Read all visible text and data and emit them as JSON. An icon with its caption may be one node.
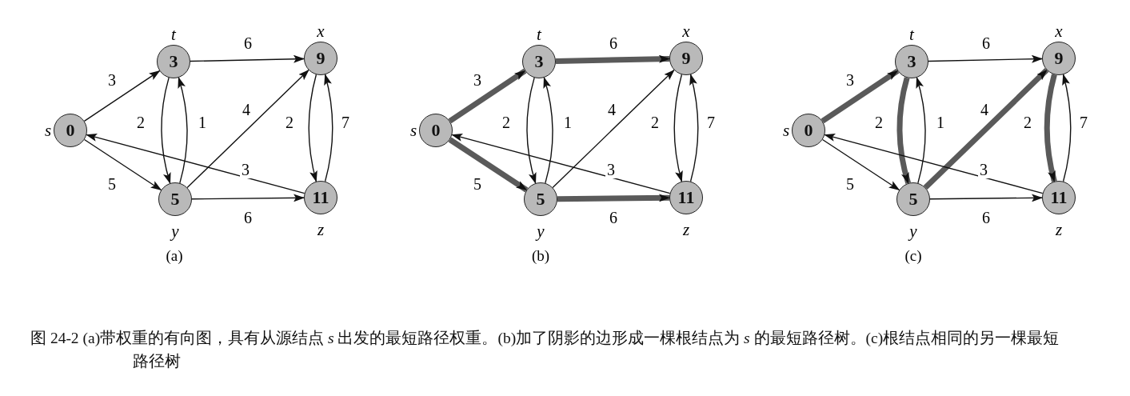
{
  "diagram": {
    "caption": "图 24-2 (a)带权重的有向图，具有从源结点 *s* 出发的最短路径权重。(b)加了阴影的边形成一棵根结点为 *s* 的最短路径树。(c)根结点相同的另一棵最短路径树",
    "nodes": [
      {
        "text": [
          "0"
        ],
        "beside": [
          "s"
        ]
      },
      {
        "text": [
          "3"
        ],
        "beside": [
          "t"
        ]
      },
      {
        "text": [
          "5"
        ],
        "beside": [
          "y"
        ]
      },
      {
        "text": [
          "9"
        ],
        "beside": [
          "x"
        ]
      },
      {
        "text": [
          "11"
        ],
        "beside": [
          "z"
        ]
      },
      {
        "text": [
          "0"
        ],
        "beside": [
          "s"
        ]
      },
      {
        "text": [
          "3"
        ],
        "beside": [
          "t"
        ]
      },
      {
        "text": [
          "5"
        ],
        "beside": [
          "y"
        ]
      },
      {
        "text": [
          "9"
        ],
        "beside": [
          "x"
        ]
      },
      {
        "text": [
          "11"
        ],
        "beside": [
          "z"
        ]
      },
      {
        "text": [
          "0"
        ],
        "beside": [
          "s"
        ]
      },
      {
        "text": [
          "3"
        ],
        "beside": [
          "t"
        ]
      },
      {
        "text": [
          "5"
        ],
        "beside": [
          "y"
        ]
      },
      {
        "text": [
          "9"
        ],
        "beside": [
          "x"
        ]
      },
      {
        "text": [
          "11"
        ],
        "beside": [
          "z"
        ]
      }
    ],
    "edges": [
      {
        "from": 0,
        "to": 1,
        "arrow": "to",
        "label": "3"
      },
      {
        "from": 0,
        "to": 2,
        "arrow": "to",
        "label": "5"
      },
      {
        "from": 1,
        "to": 3,
        "arrow": "to",
        "label": "6"
      },
      {
        "from": 1,
        "to": 2,
        "arrow": "to",
        "label": "2"
      },
      {
        "from": 2,
        "to": 1,
        "arrow": "to",
        "label": "1"
      },
      {
        "from": 2,
        "to": 3,
        "arrow": "to",
        "label": "4"
      },
      {
        "from": 2,
        "to": 4,
        "arrow": "to",
        "label": "6"
      },
      {
        "from": 3,
        "to": 4,
        "arrow": "to",
        "label": "2"
      },
      {
        "from": 4,
        "to": 3,
        "arrow": "to",
        "label": "7"
      },
      {
        "from": 4,
        "to": 0,
        "arrow": "to",
        "label": "3"
      },
      {
        "from": 5,
        "to": 6,
        "arrow": "to",
        "label": "3",
        "style": "thick"
      },
      {
        "from": 5,
        "to": 7,
        "arrow": "to",
        "label": "5",
        "style": "thick"
      },
      {
        "from": 6,
        "to": 8,
        "arrow": "to",
        "label": "6",
        "style": "thick"
      },
      {
        "from": 6,
        "to": 7,
        "arrow": "to",
        "label": "2"
      },
      {
        "from": 7,
        "to": 6,
        "arrow": "to",
        "label": "1"
      },
      {
        "from": 7,
        "to": 8,
        "arrow": "to",
        "label": "4"
      },
      {
        "from": 7,
        "to": 9,
        "arrow": "to",
        "label": "6",
        "style": "thick"
      },
      {
        "from": 8,
        "to": 9,
        "arrow": "to",
        "label": "2"
      },
      {
        "from": 9,
        "to": 8,
        "arrow": "to",
        "label": "7"
      },
      {
        "from": 9,
        "to": 5,
        "arrow": "to",
        "label": "3"
      },
      {
        "from": 10,
        "to": 11,
        "arrow": "to",
        "label": "3",
        "style": "thick"
      },
      {
        "from": 10,
        "to": 12,
        "arrow": "to",
        "label": "5"
      },
      {
        "from": 11,
        "to": 13,
        "arrow": "to",
        "label": "6"
      },
      {
        "from": 11,
        "to": 12,
        "arrow": "to",
        "label": "2",
        "style": "thick"
      },
      {
        "from": 12,
        "to": 11,
        "arrow": "to",
        "label": "1"
      },
      {
        "from": 12,
        "to": 13,
        "arrow": "to",
        "label": "4",
        "style": "thick"
      },
      {
        "from": 12,
        "to": 14,
        "arrow": "to",
        "label": "6"
      },
      {
        "from": 13,
        "to": 14,
        "arrow": "to",
        "label": "2",
        "style": "thick"
      },
      {
        "from": 14,
        "to": 13,
        "arrow": "to",
        "label": "7"
      },
      {
        "from": 14,
        "to": 10,
        "arrow": "to",
        "label": "3"
      }
    ],
    "labels": [
      "(a)",
      "(b)",
      "(c)"
    ]
  }
}
